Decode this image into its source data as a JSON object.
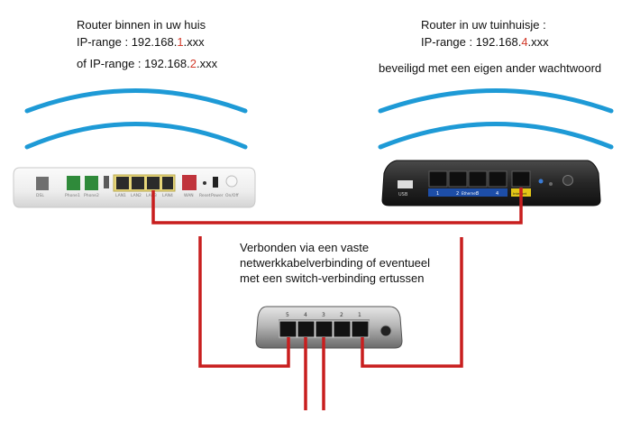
{
  "left_router": {
    "title": "Router binnen in uw huis",
    "ip_line_1": {
      "prefix": "IP-range : 192.168.",
      "octet": "1",
      "suffix": ".xxx"
    },
    "ip_line_2": {
      "prefix": "of IP-range : 192.168.",
      "octet": "2",
      "suffix": ".xxx"
    },
    "port_labels": [
      "DSL",
      "Phone1",
      "Phone2",
      "LAN1",
      "LAN2",
      "LAN3",
      "LAN4",
      "WAN",
      "Reset",
      "Power",
      "On/Off"
    ]
  },
  "right_router": {
    "title": "Router in uw tuinhuisje :",
    "ip_line": {
      "prefix": "IP-range : 192.168.",
      "octet": "4",
      "suffix": ".xxx"
    },
    "note": "beveiligd met een eigen ander wachtwoord",
    "port_labels": [
      "USB",
      "1",
      "2",
      "Ethernet",
      "3",
      "4",
      "Internet"
    ]
  },
  "switch": {
    "port_numbers": [
      "5",
      "4",
      "3",
      "2",
      "1"
    ]
  },
  "connection_note": {
    "lines": [
      "Verbonden via een vaste",
      "netwerkkabelverbinding of eventueel",
      "met een switch-verbinding ertussen"
    ]
  },
  "colors": {
    "wifi_wave": "#1e9ad6",
    "cable": "#c81e1e",
    "highlight_text": "#d23a2a",
    "router_left_body": "#f2f2f2",
    "router_right_body": "#2a2a2a"
  }
}
